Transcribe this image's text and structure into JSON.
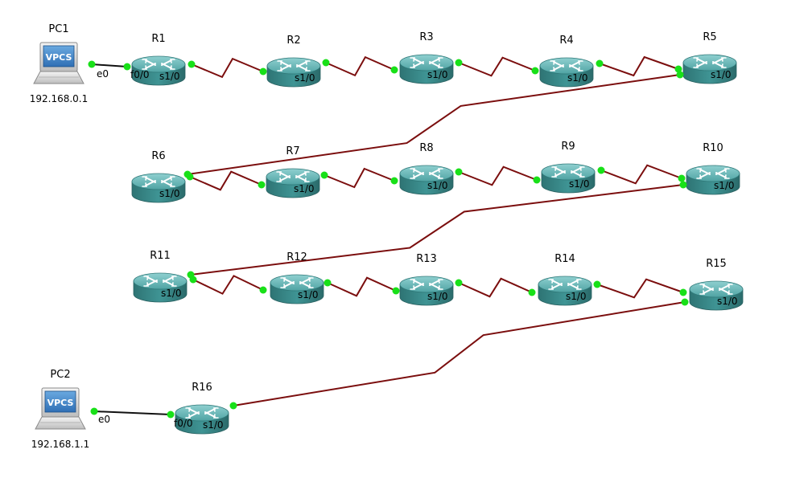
{
  "topology": {
    "colors": {
      "serial_link": "#7b0e0e",
      "ethernet_link": "#111111",
      "link_status": "#18e018",
      "router_body": "#3a8a8a",
      "router_top": "#5fb3b3"
    },
    "pcs": [
      {
        "id": "PC1",
        "name": "PC1",
        "screen_text": "VPCS",
        "ip": "192.168.0.1",
        "port": "e0"
      },
      {
        "id": "PC2",
        "name": "PC2",
        "screen_text": "VPCS",
        "ip": "192.168.1.1",
        "port": "e0"
      }
    ],
    "routers": [
      {
        "id": "R1",
        "name": "R1",
        "port_a": "f0/0",
        "port_b": "s1/0"
      },
      {
        "id": "R2",
        "name": "R2",
        "port_a": "",
        "port_b": "s1/0"
      },
      {
        "id": "R3",
        "name": "R3",
        "port_a": "",
        "port_b": "s1/0"
      },
      {
        "id": "R4",
        "name": "R4",
        "port_a": "",
        "port_b": "s1/0"
      },
      {
        "id": "R5",
        "name": "R5",
        "port_a": "",
        "port_b": "s1/0"
      },
      {
        "id": "R6",
        "name": "R6",
        "port_a": "",
        "port_b": "s1/0"
      },
      {
        "id": "R7",
        "name": "R7",
        "port_a": "",
        "port_b": "s1/0"
      },
      {
        "id": "R8",
        "name": "R8",
        "port_a": "",
        "port_b": "s1/0"
      },
      {
        "id": "R9",
        "name": "R9",
        "port_a": "",
        "port_b": "s1/0"
      },
      {
        "id": "R10",
        "name": "R10",
        "port_a": "",
        "port_b": "s1/0"
      },
      {
        "id": "R11",
        "name": "R11",
        "port_a": "",
        "port_b": "s1/0"
      },
      {
        "id": "R12",
        "name": "R12",
        "port_a": "",
        "port_b": "s1/0"
      },
      {
        "id": "R13",
        "name": "R13",
        "port_a": "",
        "port_b": "s1/0"
      },
      {
        "id": "R14",
        "name": "R14",
        "port_a": "",
        "port_b": "s1/0"
      },
      {
        "id": "R15",
        "name": "R15",
        "port_a": "",
        "port_b": "s1/0"
      },
      {
        "id": "R16",
        "name": "R16",
        "port_a": "f0/0",
        "port_b": "s1/0"
      }
    ],
    "links": [
      {
        "from": "PC1",
        "to": "R1",
        "kind": "ethernet"
      },
      {
        "from": "R1",
        "to": "R2",
        "kind": "serial"
      },
      {
        "from": "R2",
        "to": "R3",
        "kind": "serial"
      },
      {
        "from": "R3",
        "to": "R4",
        "kind": "serial"
      },
      {
        "from": "R4",
        "to": "R5",
        "kind": "serial"
      },
      {
        "from": "R5",
        "to": "R6",
        "kind": "serial"
      },
      {
        "from": "R6",
        "to": "R7",
        "kind": "serial"
      },
      {
        "from": "R7",
        "to": "R8",
        "kind": "serial"
      },
      {
        "from": "R8",
        "to": "R9",
        "kind": "serial"
      },
      {
        "from": "R9",
        "to": "R10",
        "kind": "serial"
      },
      {
        "from": "R10",
        "to": "R11",
        "kind": "serial"
      },
      {
        "from": "R11",
        "to": "R12",
        "kind": "serial"
      },
      {
        "from": "R12",
        "to": "R13",
        "kind": "serial"
      },
      {
        "from": "R13",
        "to": "R14",
        "kind": "serial"
      },
      {
        "from": "R14",
        "to": "R15",
        "kind": "serial"
      },
      {
        "from": "R15",
        "to": "R16",
        "kind": "serial"
      },
      {
        "from": "R16",
        "to": "PC2",
        "kind": "ethernet"
      }
    ]
  }
}
